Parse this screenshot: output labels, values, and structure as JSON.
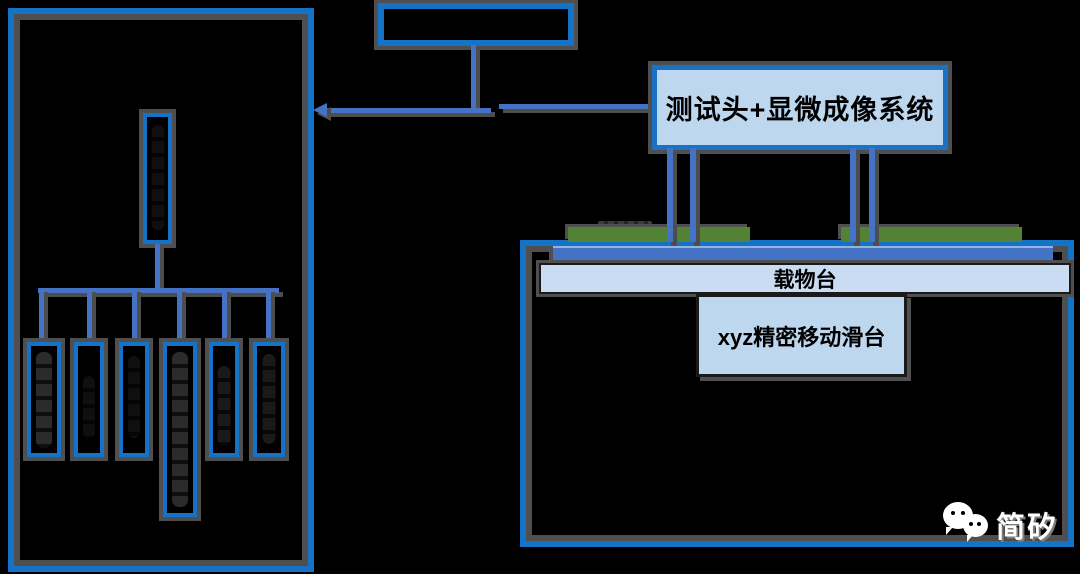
{
  "diagram": {
    "labels": {
      "test_head": "测试头+显微成像系统",
      "stage": "载物台",
      "xyz_stage": "xyz精密移动滑台"
    },
    "left_panel": {
      "tree_leaf_count": 6,
      "leaf_text_legibility": "illegible-dark-on-dark"
    },
    "probe_legs_count": 4,
    "sample_strips_count": 2,
    "connector": {
      "arrow_direction": "left",
      "style": "elbow"
    }
  },
  "colors": {
    "background": "#000000",
    "box_border_blue": "#1473c6",
    "connector_blue": "#4472c4",
    "fill_light_blue": "#bdd7ee",
    "stage_fill": "#c9dcf2",
    "sample_green": "#548235",
    "shadow_gray": "#4f4f4f",
    "text_black": "#000000",
    "watermark_white": "#ffffff"
  },
  "watermark": {
    "text": "简矽",
    "icon": "wechat-icon"
  }
}
